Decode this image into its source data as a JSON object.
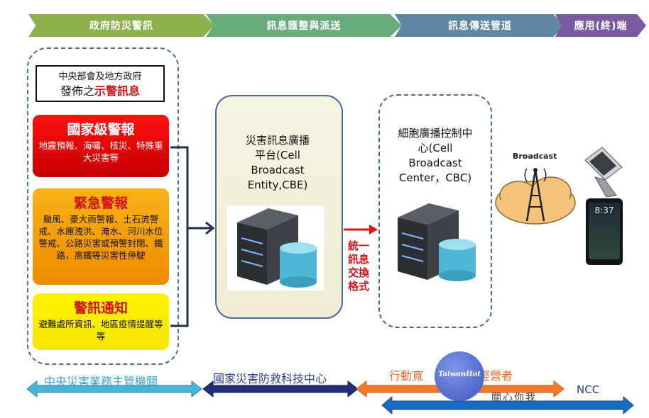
{
  "stages": [
    "政府防災警訊",
    "訊息匯整與派送",
    "訊息傳送管道",
    "應用(終)端"
  ],
  "issuer": {
    "line1": "中央部會及地方政府",
    "line2_prefix": "發佈之",
    "line2_highlight": "示警訊息"
  },
  "alerts": [
    {
      "title": "國家級警報",
      "desc": "地震預報、海嘯、核災、特殊重大災害等"
    },
    {
      "title": "緊急警報",
      "desc": "颱風、豪大雨警報、土石流警戒、水庫洩洪、淹水、河川水位警戒、公路災害或預警封閉、鐵路，高鐵等災害性停駛"
    },
    {
      "title": "警訊通知",
      "desc": "避難處所資訊、地區疫情提醒等等"
    }
  ],
  "cbe_lines": [
    "災害訊息廣播",
    "平台(Cell",
    "Broadcast",
    "Entity,CBE)"
  ],
  "cbc_lines": [
    "細胞廣播控制中",
    "心(Cell",
    "Broadcast",
    "Center，CBC)"
  ],
  "unify_lines": [
    "統一",
    "訊息",
    "交換",
    "格式"
  ],
  "broadcast_label": "Broadcast",
  "phone_time": "8:37",
  "watermark": "TaiwanHot",
  "bottom_labels": {
    "central": "中央災害業務主管機關",
    "ncdr": "國家災害防救科技中心",
    "mobile": "行動寬",
    "mobile_tail": "經營者",
    "caring": "關心你我",
    "ncc": "NCC"
  },
  "colors": {
    "red": "#d0141a",
    "navy": "#2f3c8a",
    "blue": "#4a6d96",
    "cyan": "#3aa0c8",
    "orange": "#e36a2a"
  }
}
